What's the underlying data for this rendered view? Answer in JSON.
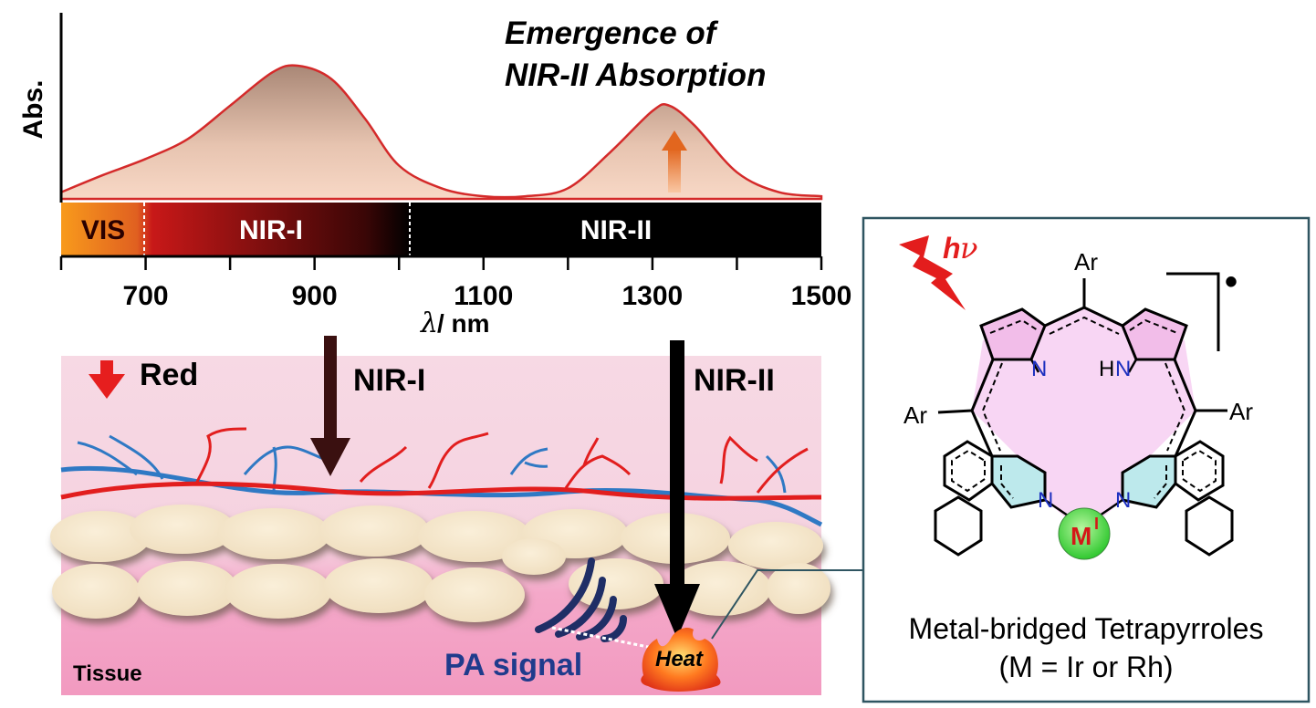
{
  "spectrum": {
    "title_line1": "Emergence of",
    "title_line2": "NIR-II Absorption",
    "y_label": "Abs.",
    "x_label_unit": "/ nm",
    "x_label_symbol": "λ",
    "band_vis": "VIS",
    "band_nir1": "NIR-I",
    "band_nir2": "NIR-II",
    "ticks": [
      "700",
      "900",
      "1100",
      "1300",
      "1500"
    ]
  },
  "chart_data": {
    "type": "area",
    "x": [
      600,
      650,
      700,
      750,
      800,
      850,
      880,
      920,
      960,
      1000,
      1050,
      1100,
      1150,
      1200,
      1250,
      1300,
      1320,
      1350,
      1400,
      1450,
      1500
    ],
    "y": [
      0.05,
      0.18,
      0.3,
      0.45,
      0.7,
      0.95,
      1.0,
      0.9,
      0.6,
      0.25,
      0.08,
      0.02,
      0.02,
      0.08,
      0.35,
      0.66,
      0.7,
      0.55,
      0.2,
      0.05,
      0.02
    ],
    "xlim": [
      600,
      1500
    ],
    "xlabel": "λ / nm",
    "ylabel": "Abs."
  },
  "tissue": {
    "red_label": "Red",
    "nir1_label": "NIR-I",
    "nir2_label": "NIR-II",
    "tissue_label": "Tissue",
    "pa_label": "PA signal",
    "heat_label": "Heat"
  },
  "molecule": {
    "hv_h": "h",
    "hv_nu": "ν",
    "ar_top": "Ar",
    "ar_left": "Ar",
    "ar_right": "Ar",
    "n_left": "N",
    "n_right": "N",
    "h_right": "H",
    "n_bottom_left": "N",
    "n_bottom_right": "N",
    "metal": "M",
    "metal_ox": "I",
    "radical": "•",
    "caption_line1": "Metal-bridged Tetrapyrroles",
    "caption_line2": "(M = Ir or Rh)"
  },
  "colors": {
    "curve": "#d42a2a",
    "red_arrow": "#e61e1e",
    "nir1_arrow": "#3a1010",
    "nir2_arrow": "#000000",
    "box_border": "#2f5561",
    "n_atom": "#1c2fbf",
    "metal_text": "#d41818"
  }
}
